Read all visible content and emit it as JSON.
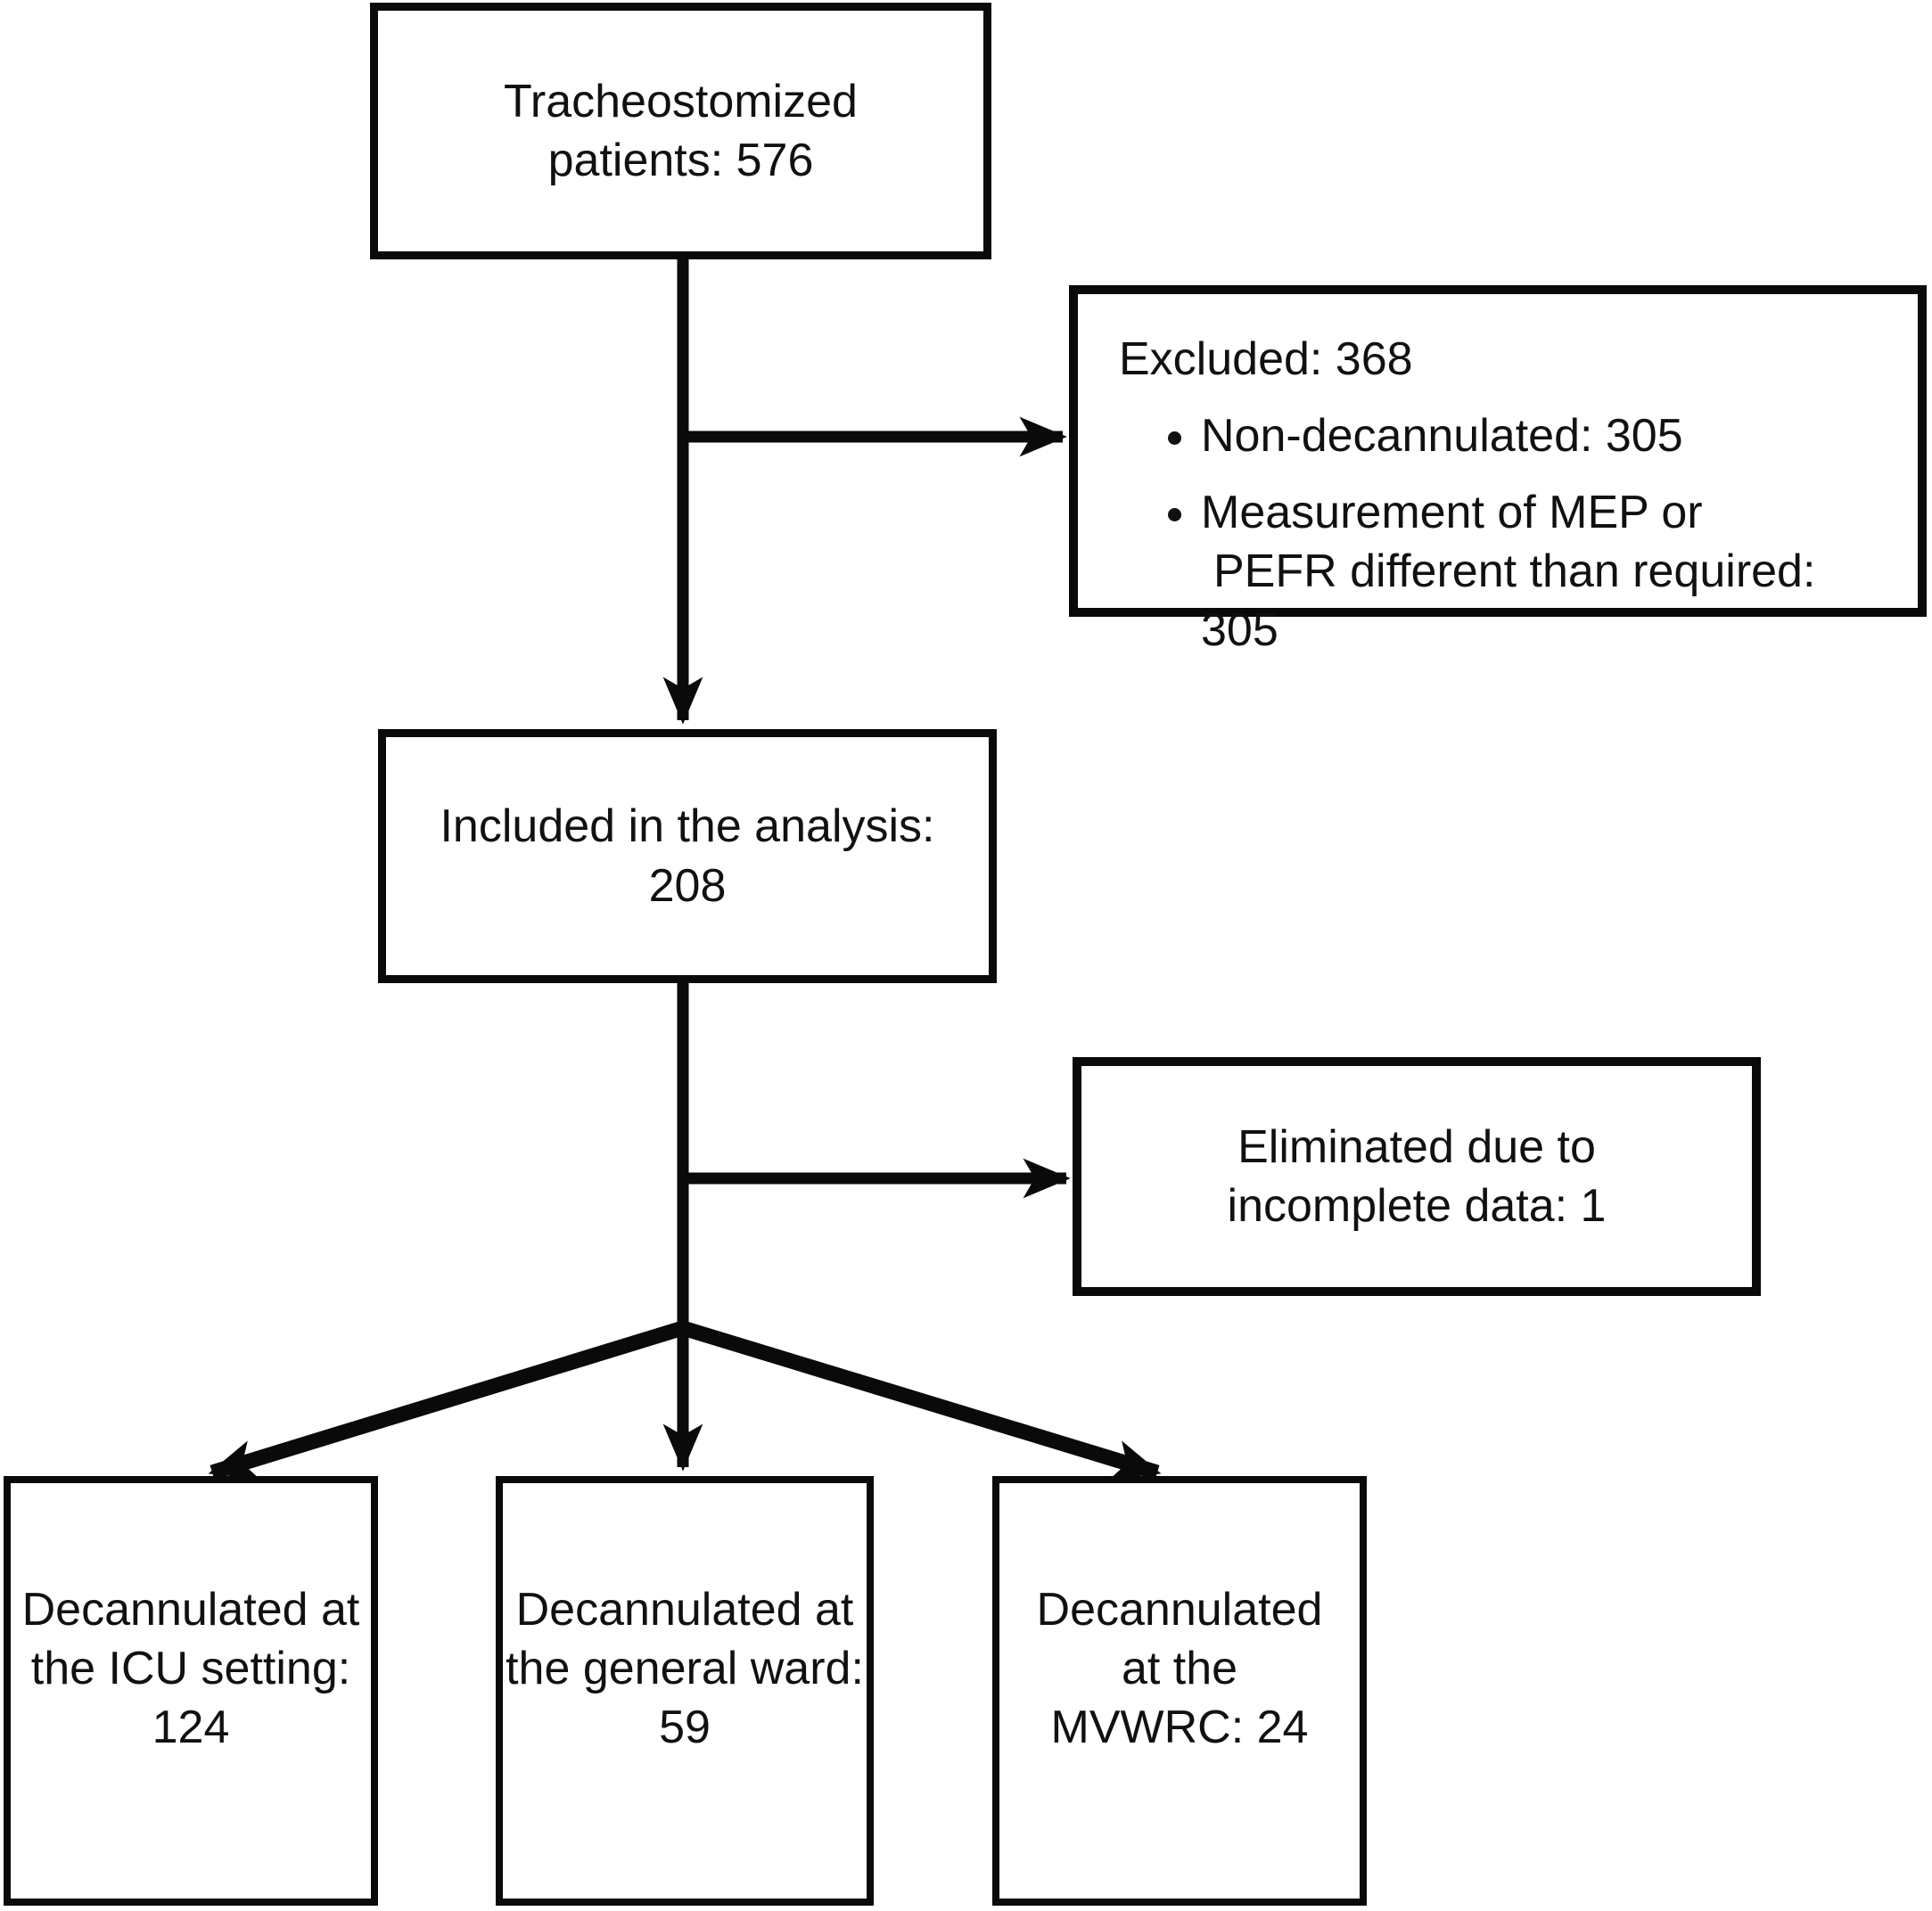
{
  "figure": {
    "type": "flowchart",
    "colors": {
      "background": "#ffffff",
      "line": "#0a0a0a",
      "text": "#111111"
    }
  },
  "flowchart": {
    "top_box": {
      "text": "Tracheostomized patients: 576"
    },
    "excluded_box": {
      "title": "Excluded: 368",
      "bullets": [
        {
          "lines": [
            "Non-decannulated: 305"
          ]
        },
        {
          "lines": [
            "Measurement of MEP or",
            "PEFR different than required: 305"
          ]
        }
      ]
    },
    "included_box": {
      "text": "Included in the analysis: 208"
    },
    "eliminated_box": {
      "text": "Eliminated due to incomplete data: 1"
    },
    "outcome_boxes": [
      {
        "text": "Decannulated at the ICU setting: 124"
      },
      {
        "text": "Decannulated at the general ward: 59"
      },
      {
        "text": "Decannulated at the MVWRC: 24"
      }
    ],
    "edges": [
      {
        "from": "top_box",
        "to": "included_box"
      },
      {
        "from": "top_box",
        "to": "excluded_box"
      },
      {
        "from": "included_box",
        "to": "eliminated_box"
      },
      {
        "from": "included_box",
        "to": "outcome_icu"
      },
      {
        "from": "included_box",
        "to": "outcome_general_ward"
      },
      {
        "from": "included_box",
        "to": "outcome_mvwrc"
      }
    ]
  }
}
